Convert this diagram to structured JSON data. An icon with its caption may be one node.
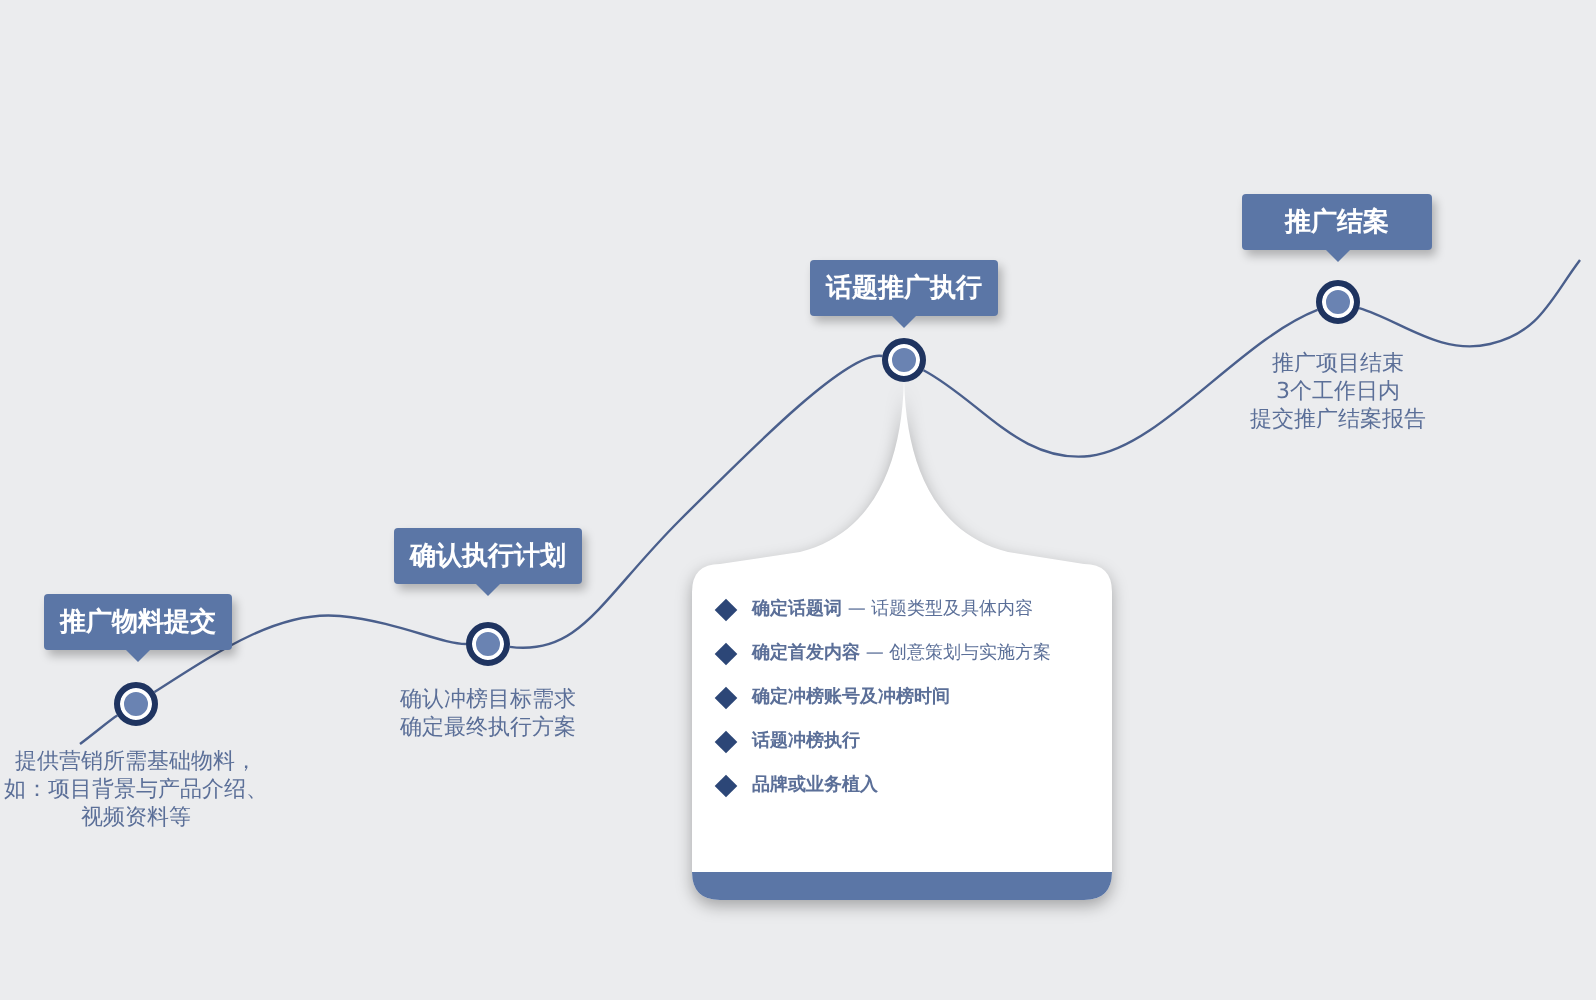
{
  "diagram": {
    "nodes": [
      {
        "text": [
          "推广物料提交"
        ]
      },
      {
        "text": [],
        "shape": "circle",
        "beside": [
          "提供营销所需基础物料，如：项目背景与产品介绍、视频资料等"
        ]
      },
      {
        "text": [
          "确认执行计划"
        ]
      },
      {
        "text": [],
        "shape": "circle",
        "beside": [
          "确认冲榜目标需求确定最终执行方案"
        ]
      },
      {
        "text": [
          "话题推广执行"
        ]
      },
      {
        "text": [],
        "shape": "circle"
      },
      {
        "text": [
          "**确定话题词** — 话题类型及具体内容",
          "**确定首发内容** — 创意策划与实施方案",
          "**确定冲榜账号及冲榜时间**",
          "**话题冲榜执行**",
          "**品牌或业务植入**"
        ]
      },
      {
        "text": [
          "推广结案"
        ]
      },
      {
        "text": [],
        "shape": "circle",
        "beside": [
          "推广项目结束",
          "3个工作日内",
          "提交推广结案报告"
        ]
      }
    ],
    "edges": [
      {
        "from": null,
        "to": 1,
        "arrow": "none"
      },
      {
        "from": 1,
        "to": 3,
        "arrow": "none"
      },
      {
        "from": 3,
        "to": 5,
        "arrow": "none"
      },
      {
        "from": 5,
        "to": 8,
        "arrow": "none"
      },
      {
        "from": 8,
        "to": null,
        "arrow": "none"
      }
    ]
  }
}
